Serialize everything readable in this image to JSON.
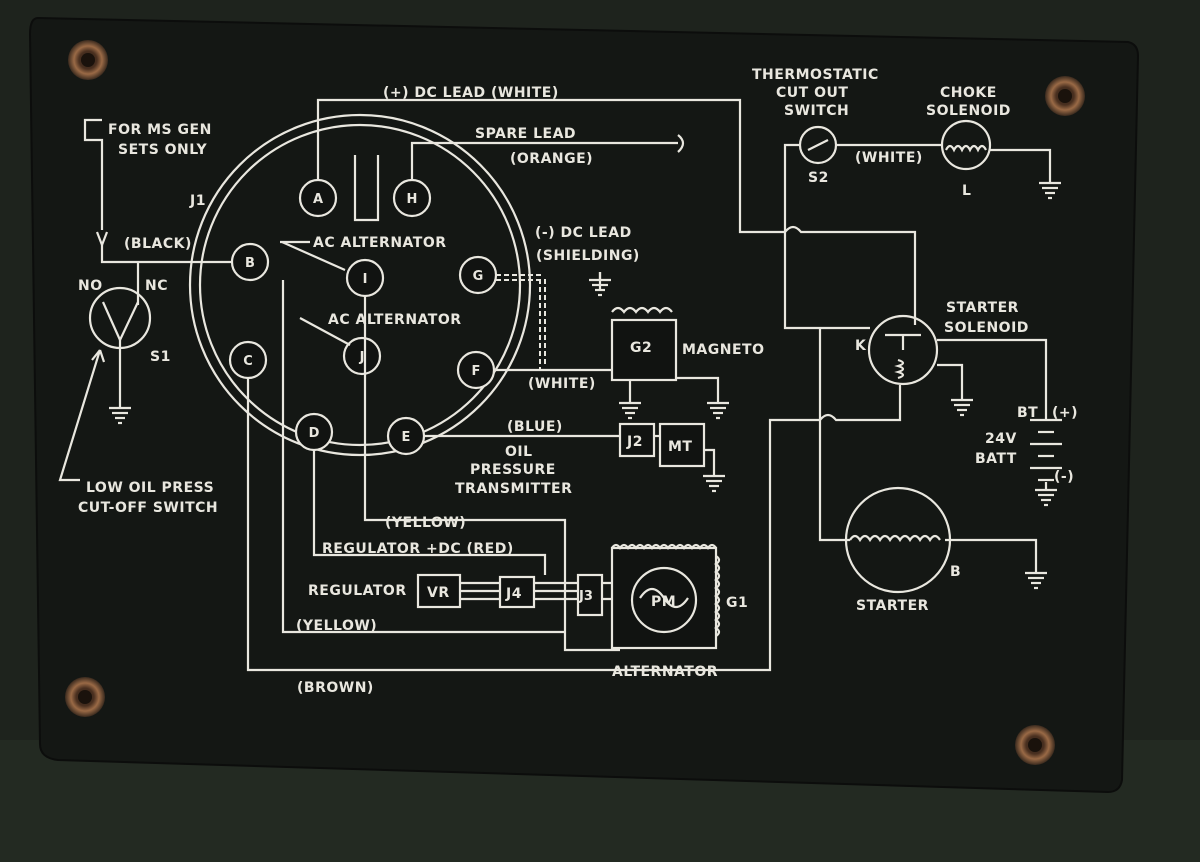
{
  "pins": {
    "A": "A",
    "B": "B",
    "C": "C",
    "D": "D",
    "E": "E",
    "F": "F",
    "G": "G",
    "H": "H",
    "I": "I",
    "J": "J"
  },
  "connector": "J1",
  "labels": {
    "dc_plus_lead": "(+) DC LEAD (WHITE)",
    "spare_lead": "SPARE LEAD",
    "spare_lead_color": "(ORANGE)",
    "dc_minus_lead": "(-) DC LEAD",
    "shielding": "(SHIELDING)",
    "ac_alt_1": "AC ALTERNATOR",
    "ac_alt_2": "AC ALTERNATOR",
    "black": "(BLACK)",
    "no": "NO",
    "nc": "NC",
    "s1": "S1",
    "ms_gen_1": "FOR MS GEN",
    "ms_gen_2": "SETS ONLY",
    "low_oil_1": "LOW OIL PRESS",
    "low_oil_2": "CUT-OFF SWITCH",
    "g2": "G2",
    "magneto": "MAGNETO",
    "white_mag": "(WHITE)",
    "blue": "(BLUE)",
    "j2": "J2",
    "mt": "MT",
    "oil_1": "OIL",
    "oil_2": "PRESSURE",
    "oil_3": "TRANSMITTER",
    "yellow_1": "(YELLOW)",
    "regulator_dc": "REGULATOR +DC (RED)",
    "regulator": "REGULATOR",
    "vr": "VR",
    "j4": "J4",
    "j3": "J3",
    "pm": "PM",
    "g1": "G1",
    "alternator": "ALTERNATOR",
    "yellow_2": "(YELLOW)",
    "brown": "(BROWN)",
    "thermo_1": "THERMOSTATIC",
    "thermo_2": "CUT OUT",
    "thermo_3": "SWITCH",
    "s2": "S2",
    "white_choke": "(WHITE)",
    "choke_1": "CHOKE",
    "choke_2": "SOLENOID",
    "l": "L",
    "starter_sol_1": "STARTER",
    "starter_sol_2": "SOLENOID",
    "k": "K",
    "bt": "BT",
    "bt_plus": "(+)",
    "batt_1": "24V",
    "batt_2": "BATT",
    "bt_minus": "(-)",
    "starter": "STARTER",
    "b_motor": "B"
  },
  "colors": {
    "plate": "#151815",
    "housing": "#1e231d",
    "ink": "#e9e7df",
    "screw": "#8a5a3a"
  }
}
